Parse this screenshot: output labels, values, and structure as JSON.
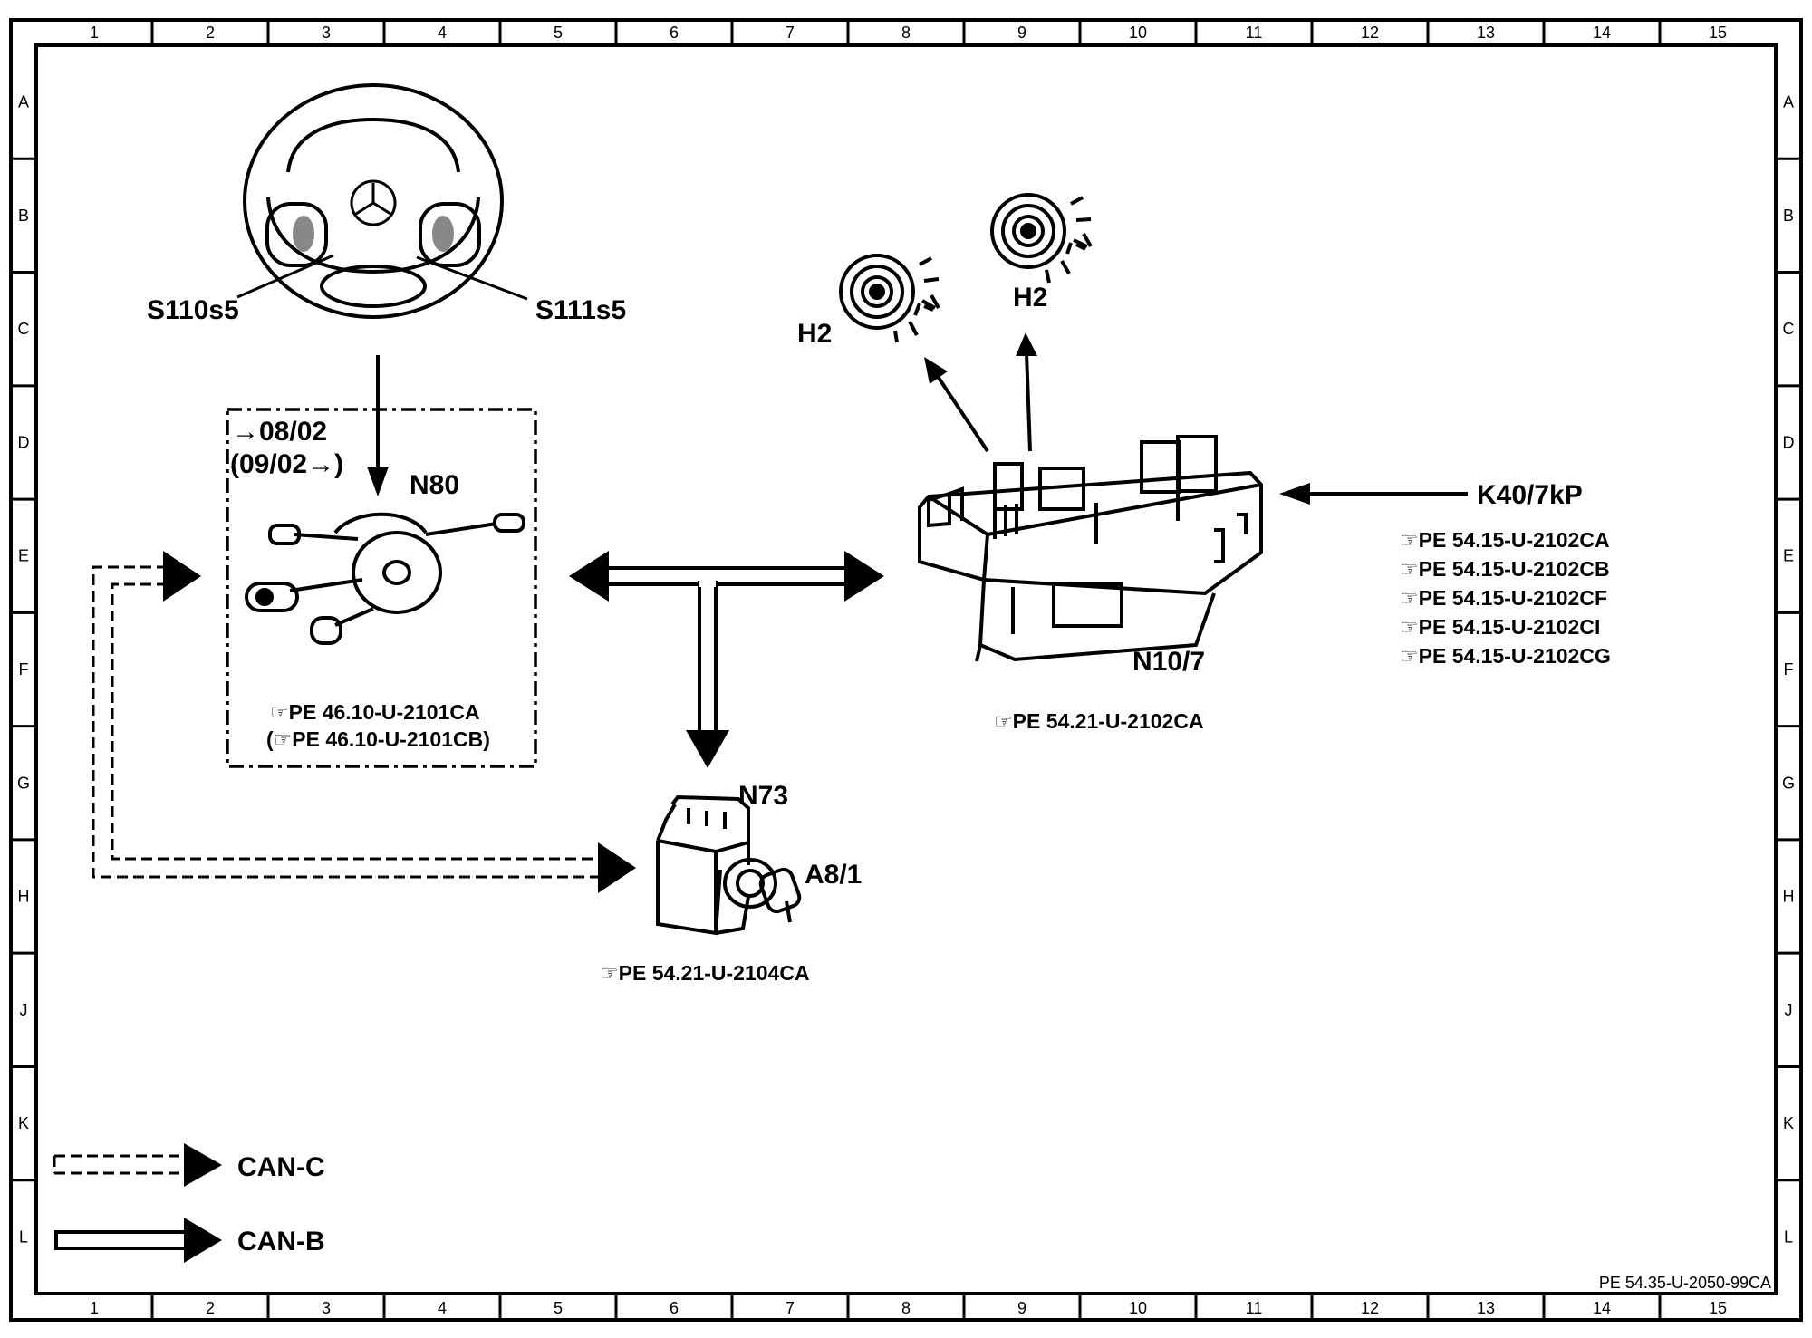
{
  "grid": {
    "columns": [
      "1",
      "2",
      "3",
      "4",
      "5",
      "6",
      "7",
      "8",
      "9",
      "10",
      "11",
      "12",
      "13",
      "14",
      "15"
    ],
    "rows": [
      "A",
      "B",
      "C",
      "D",
      "E",
      "F",
      "G",
      "H",
      "J",
      "K",
      "L"
    ]
  },
  "components": {
    "steering_wheel": {
      "left_switch": "S110s5",
      "right_switch": "S111s5"
    },
    "n80": {
      "label": "N80",
      "validity_from": "→08/02",
      "validity_to": "(09/02→)",
      "ref1": "☞PE 46.10-U-2101CA",
      "ref2": "(☞PE 46.10-U-2101CB)"
    },
    "n73": {
      "label": "N73",
      "key_label": "A8/1",
      "ref": "☞PE 54.21-U-2104CA"
    },
    "n10_7": {
      "label": "N10/7",
      "ref": "☞PE 54.21-U-2102CA"
    },
    "h2_left": {
      "label": "H2"
    },
    "h2_right": {
      "label": "H2"
    },
    "k40": {
      "label": "K40/7kP",
      "refs": [
        "☞PE 54.15-U-2102CA",
        "☞PE 54.15-U-2102CB",
        "☞PE 54.15-U-2102CF",
        "☞PE 54.15-U-2102CI",
        "☞PE 54.15-U-2102CG"
      ]
    }
  },
  "legend": {
    "can_c": "CAN-C",
    "can_b": "CAN-B"
  },
  "document_id": "PE 54.35-U-2050-99CA"
}
